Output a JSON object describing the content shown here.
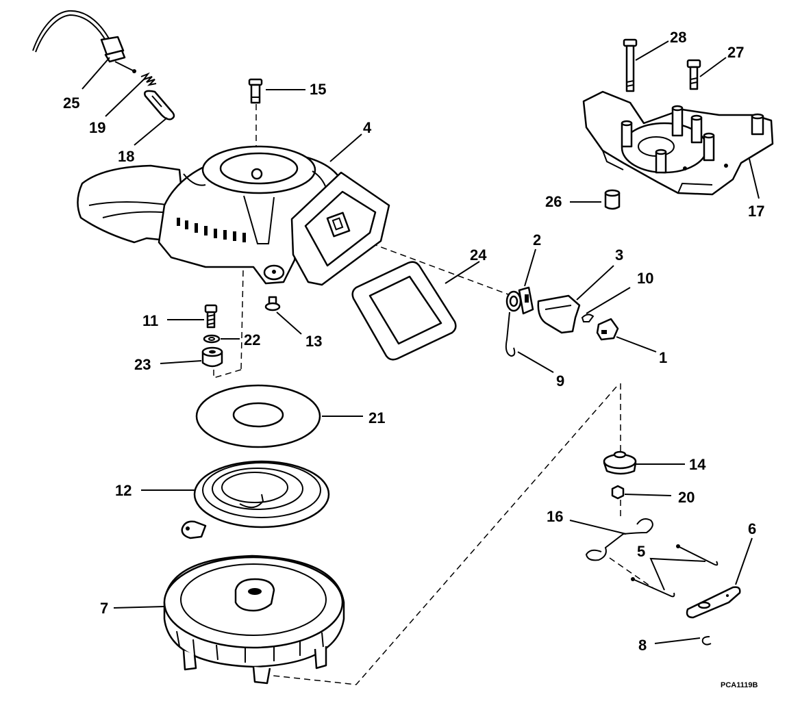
{
  "diagram": {
    "reference_code": "PCA1119B",
    "callouts": {
      "p1": "1",
      "p2": "2",
      "p3": "3",
      "p4": "4",
      "p5": "5",
      "p6": "6",
      "p7": "7",
      "p8": "8",
      "p9": "9",
      "p10": "10",
      "p11": "11",
      "p12": "12",
      "p13": "13",
      "p14": "14",
      "p15": "15",
      "p16": "16",
      "p17": "17",
      "p18": "18",
      "p19": "19",
      "p20": "20",
      "p21": "21",
      "p22": "22",
      "p23": "23",
      "p24": "24",
      "p25": "25",
      "p26": "26",
      "p27": "27",
      "p28": "28"
    }
  }
}
